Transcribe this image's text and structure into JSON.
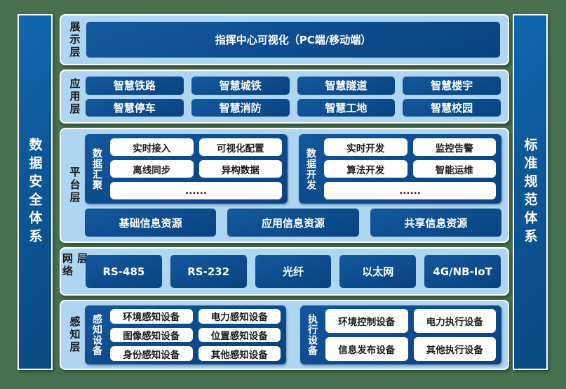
{
  "colors": {
    "background_green": "#49714f",
    "panel_light_blue": "#aed6f3",
    "box_dark_blue": "#0d4c8d",
    "pillar_blue": "#0d5696",
    "white_box": "#ffffff"
  },
  "pillars": {
    "left": "数据安全体系",
    "right": "标准规范体系"
  },
  "display_layer": {
    "label": "展示层",
    "box": "指挥中心可视化（PC端/移动端）"
  },
  "application_layer": {
    "label": "应用层",
    "boxes": [
      "智慧铁路",
      "智慧城铁",
      "智慧隧道",
      "智慧楼宇",
      "智慧停车",
      "智慧消防",
      "智慧工地",
      "智慧校园"
    ]
  },
  "platform_layer": {
    "label": "平台层",
    "groups": [
      {
        "label": "数据汇聚",
        "items": [
          "实时接入",
          "可视化配置",
          "离线同步",
          "异构数据"
        ],
        "more": "......"
      },
      {
        "label": "数据开发",
        "items": [
          "实时开发",
          "监控告警",
          "算法开发",
          "智能运维"
        ],
        "more": "......"
      }
    ],
    "resources": [
      "基础信息资源",
      "应用信息资源",
      "共享信息资源"
    ]
  },
  "network_layer": {
    "label": "网络层",
    "boxes": [
      "RS-485",
      "RS-232",
      "光纤",
      "以太网",
      "4G/NB-IoT"
    ]
  },
  "perception_layer": {
    "label": "感知层",
    "groups": [
      {
        "label": "感知设备",
        "items": [
          "环境感知设备",
          "电力感知设备",
          "图像感知设备",
          "位置感知设备",
          "身份感知设备",
          "其他感知设备"
        ]
      },
      {
        "label": "执行设备",
        "items": [
          "环境控制设备",
          "电力执行设备",
          "信息发布设备",
          "其他执行设备"
        ]
      }
    ]
  }
}
